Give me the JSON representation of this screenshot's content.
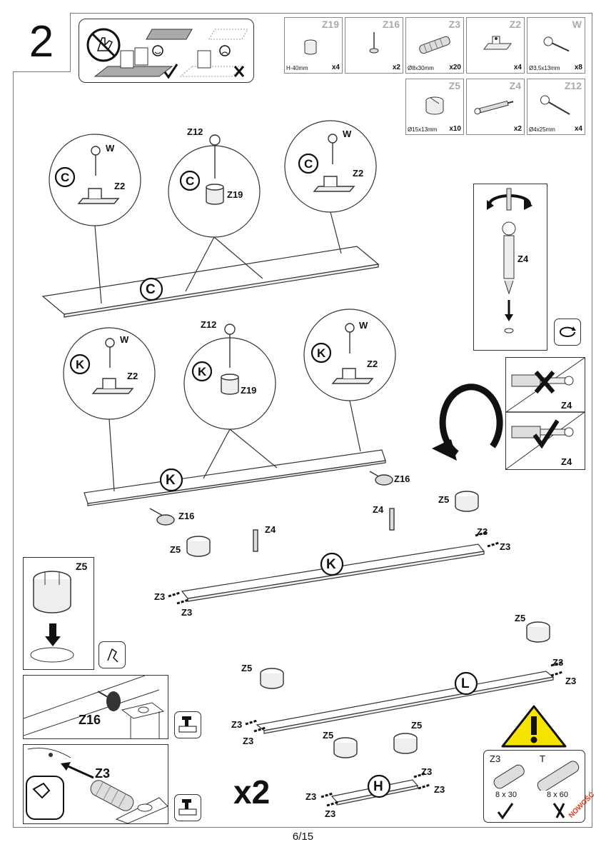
{
  "step": {
    "number": "2"
  },
  "parts": [
    {
      "id": "Z19",
      "dim": "H-40mm",
      "qty": "x4",
      "icon": "cylinder-foot-icon"
    },
    {
      "id": "Z16",
      "dim": "",
      "qty": "x2",
      "icon": "glide-pin-icon"
    },
    {
      "id": "Z3",
      "dim": "Ø8x30mm",
      "qty": "x20",
      "icon": "dowel-icon"
    },
    {
      "id": "Z2",
      "dim": "",
      "qty": "x4",
      "icon": "bracket-icon"
    },
    {
      "id": "W",
      "dim": "Ø3,5x13mm",
      "qty": "x8",
      "icon": "screw-icon"
    },
    {
      "id": "Z5",
      "dim": "Ø15x13mm",
      "qty": "x10",
      "icon": "cam-lock-icon"
    },
    {
      "id": "Z4",
      "dim": "",
      "qty": "x2",
      "icon": "connector-bolt-icon"
    },
    {
      "id": "Z12",
      "dim": "Ø4x25mm",
      "qty": "x4",
      "icon": "long-screw-icon"
    }
  ],
  "labels": {
    "C": "C",
    "K": "K",
    "L": "L",
    "H": "H",
    "W": "W",
    "Z2": "Z2",
    "Z12": "Z12",
    "Z19": "Z19",
    "Z16": "Z16",
    "Z4": "Z4",
    "Z5": "Z5",
    "Z3": "Z3"
  },
  "note": {
    "multiplier": "x2"
  },
  "compare": {
    "left_id": "Z3",
    "left_dim": "8 x 30",
    "right_id": "T",
    "right_dim": "8 x 60"
  },
  "footer": {
    "page": "6/15",
    "stamp": "NOWOŚĆ"
  },
  "colors": {
    "stamp": "#e53b1a",
    "warning": "#f5e400"
  }
}
